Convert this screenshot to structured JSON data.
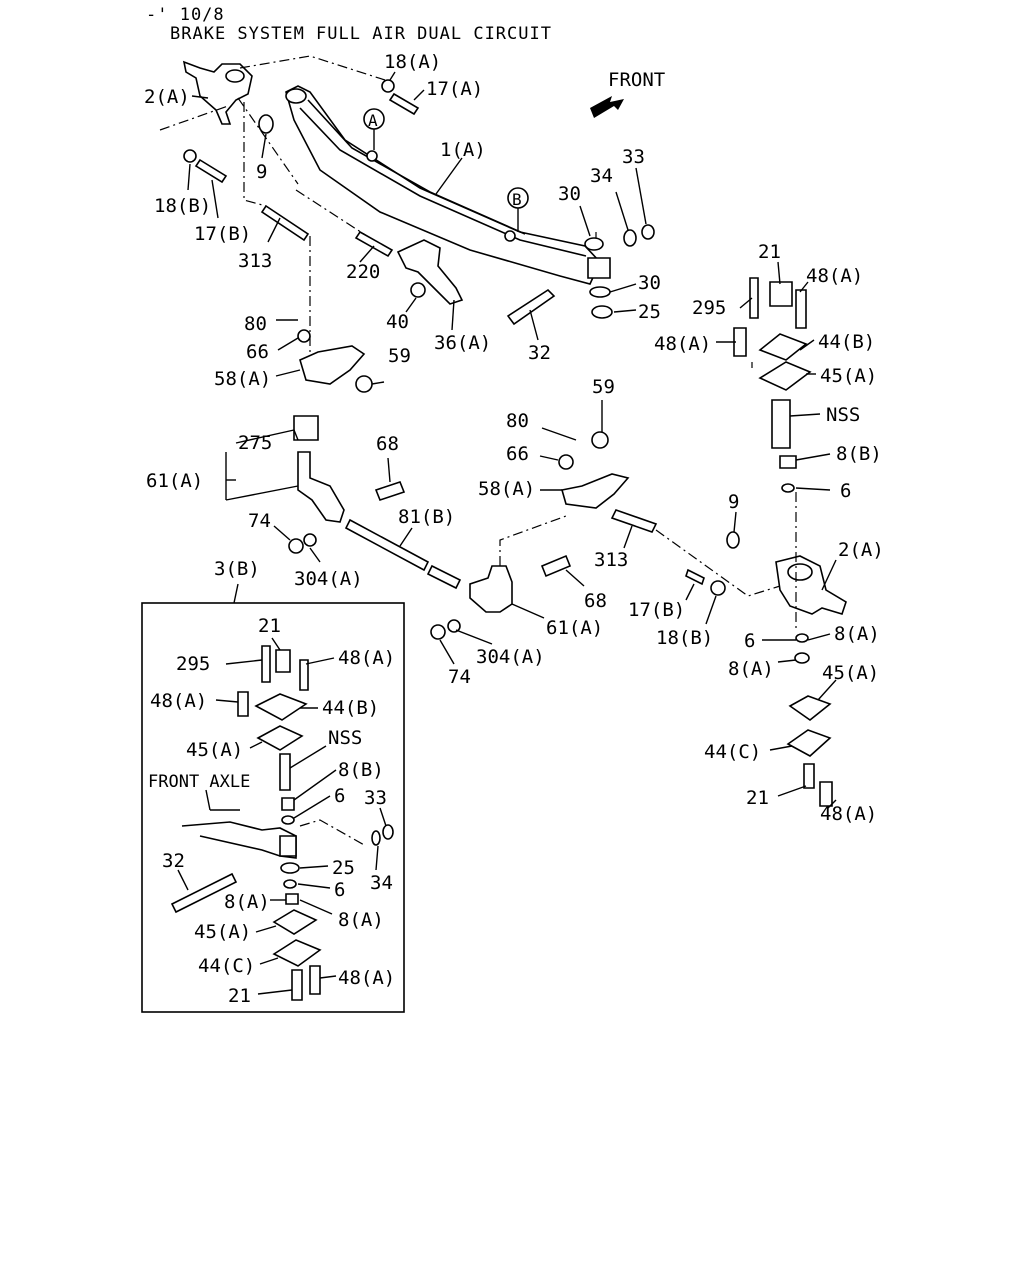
{
  "header": {
    "line1": "-' 10/8",
    "line2": "BRAKE SYSTEM FULL AIR DUAL CIRCUIT"
  },
  "front_label": "FRONT",
  "callouts": {
    "A": "A",
    "B": "B"
  },
  "inset": {
    "title": "3(B)",
    "axle_label": "FRONT AXLE",
    "labels": [
      "21",
      "295",
      "48(A)",
      "48(A)",
      "44(B)",
      "45(A)",
      "NSS",
      "8(B)",
      "6",
      "33",
      "34",
      "32",
      "25",
      "6",
      "8(A)",
      "8(A)",
      "45(A)",
      "44(C)",
      "48(A)",
      "21"
    ]
  },
  "labels": [
    "18(A)",
    "17(A)",
    "2(A)",
    "9",
    "1(A)",
    "18(B)",
    "17(B)",
    "313",
    "220",
    "30",
    "34",
    "33",
    "30",
    "25",
    "32",
    "40",
    "36(A)",
    "80",
    "66",
    "58(A)",
    "59",
    "21",
    "48(A)",
    "295",
    "48(A)",
    "44(B)",
    "45(A)",
    "NSS",
    "8(B)",
    "6",
    "275",
    "61(A)",
    "68",
    "74",
    "304(A)",
    "81(B)",
    "59",
    "80",
    "66",
    "58(A)",
    "313",
    "9",
    "2(A)",
    "68",
    "61(A)",
    "17(B)",
    "18(B)",
    "304(A)",
    "74",
    "6",
    "8(A)",
    "8(A)",
    "45(A)",
    "44(C)",
    "21",
    "48(A)"
  ]
}
